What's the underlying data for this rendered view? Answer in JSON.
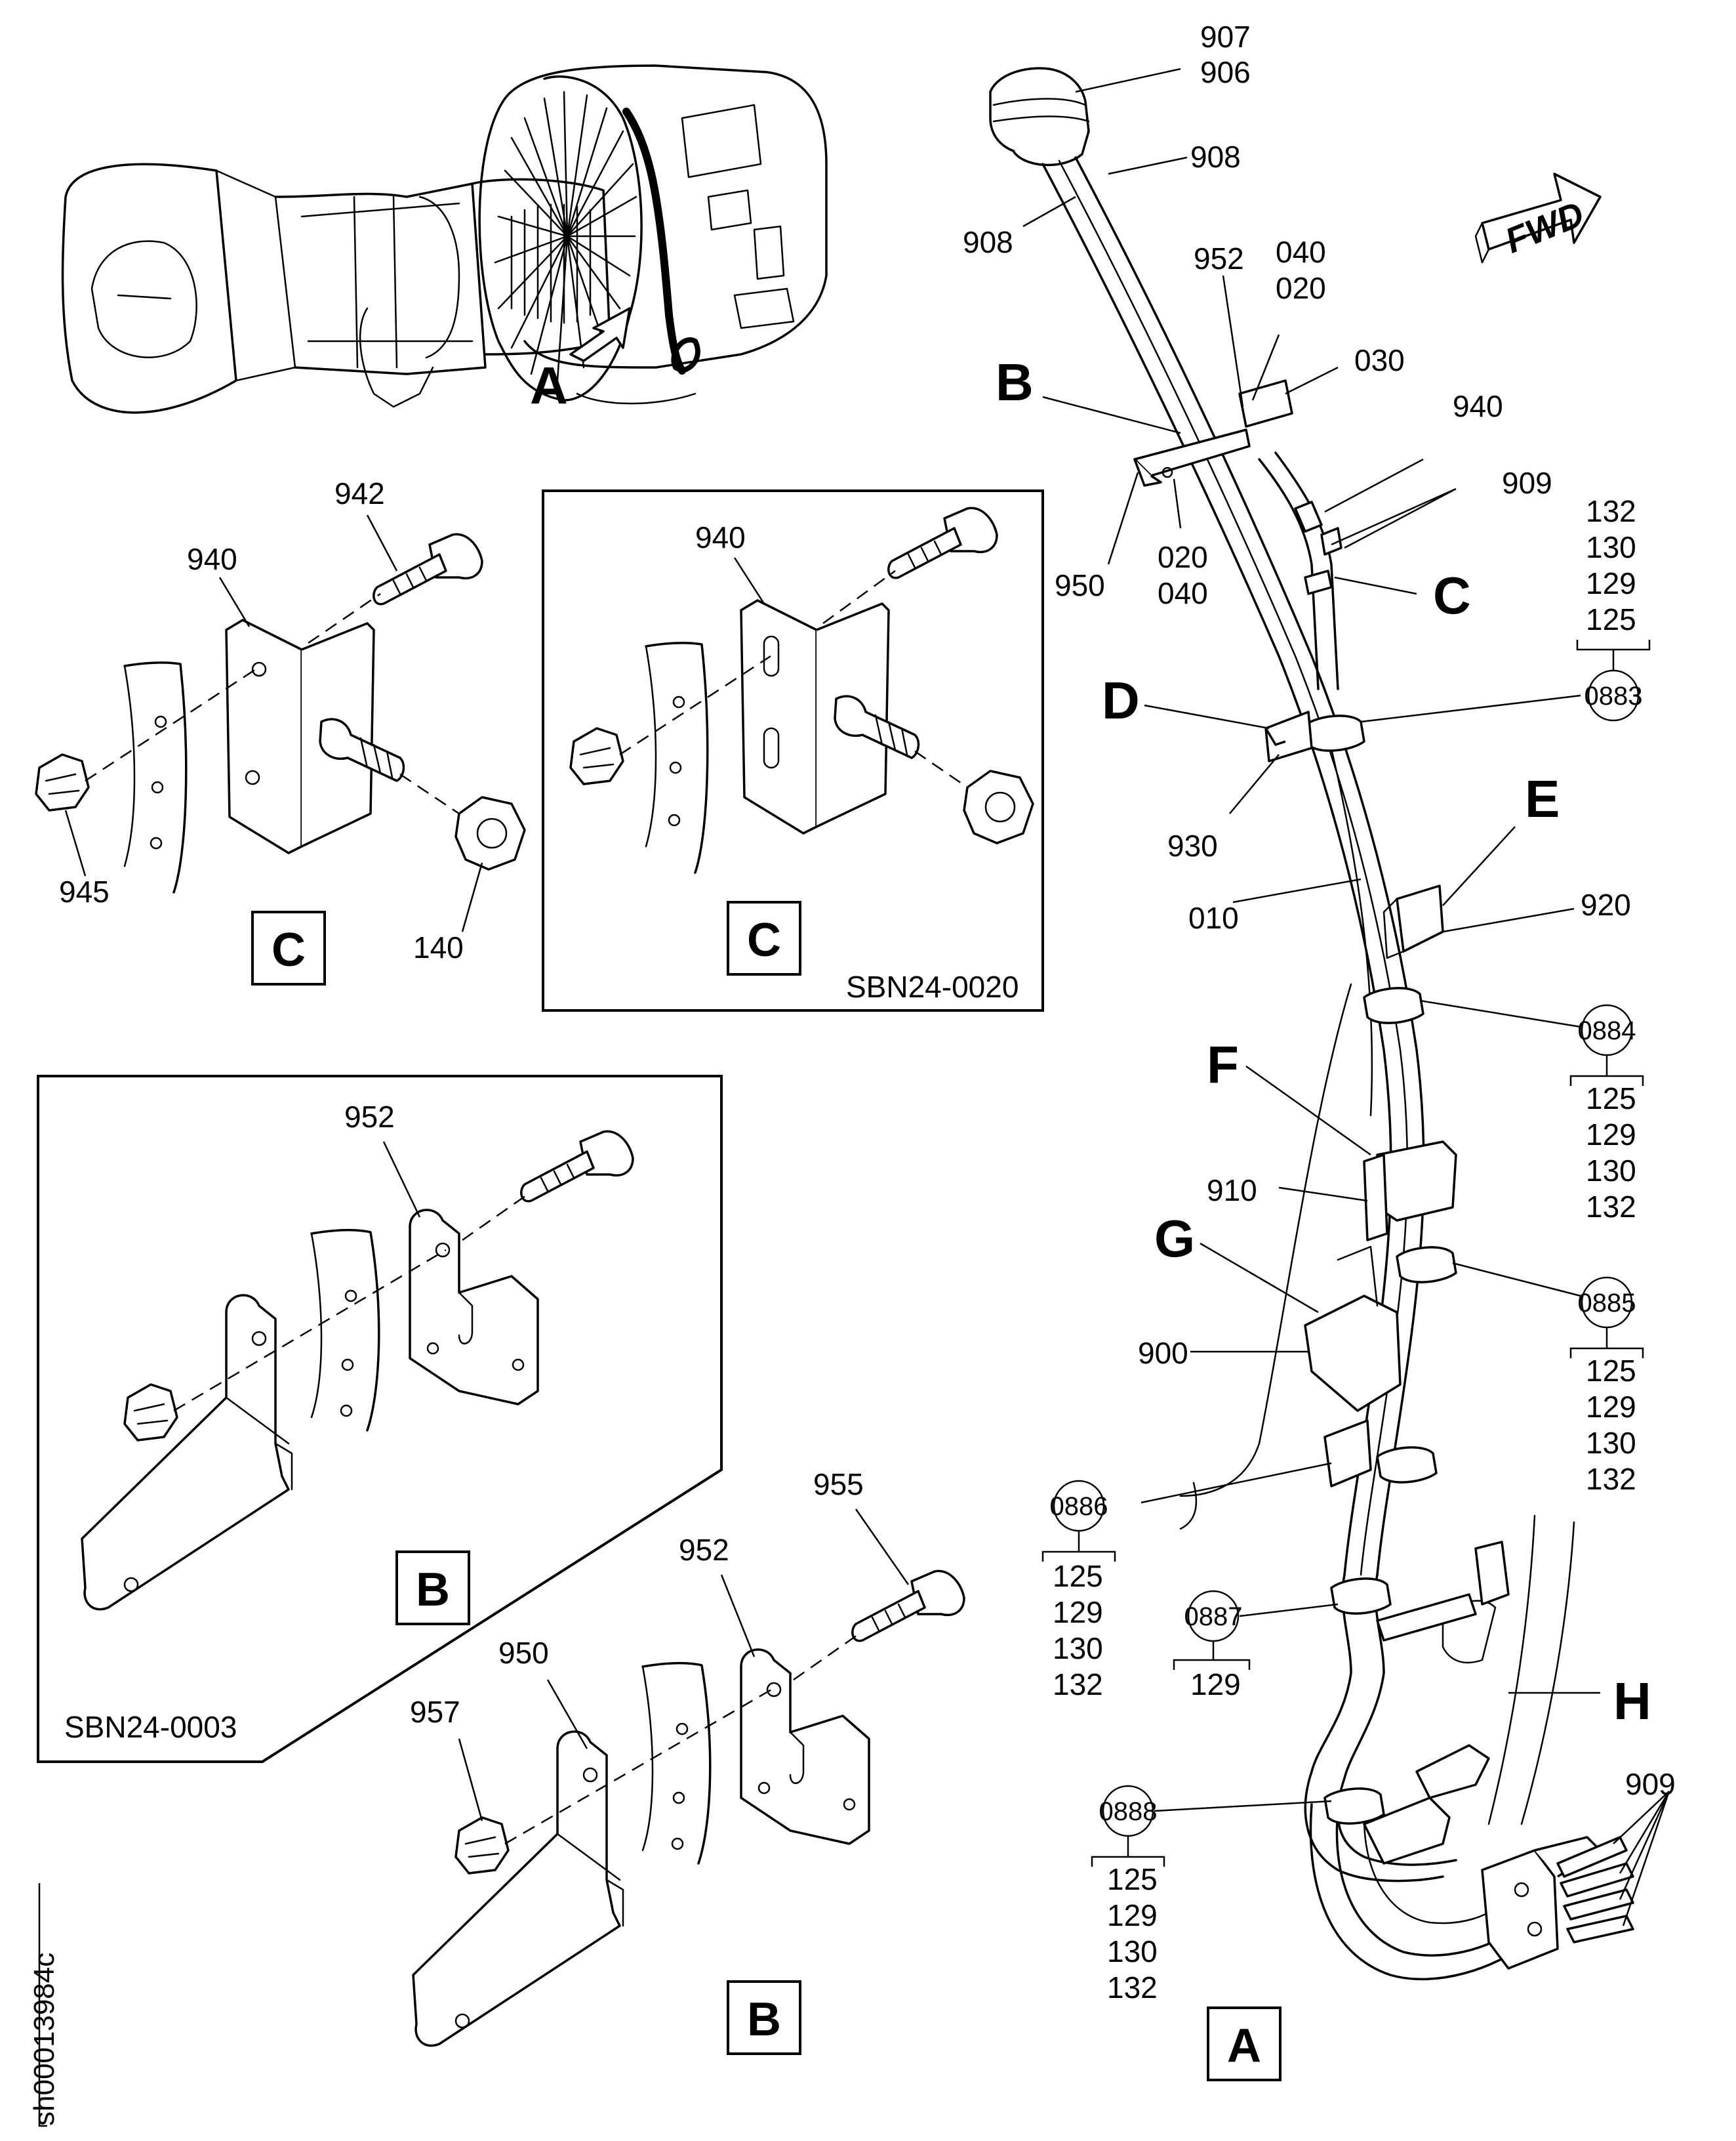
{
  "diagram": {
    "doc_id": "sh00013984c",
    "fwd_label": "FWD",
    "view_labels": {
      "a": "A",
      "b": "B",
      "c": "C",
      "d": "D",
      "e": "E",
      "f": "F",
      "g": "G",
      "h": "H"
    },
    "inset_refs": {
      "c_inset": "SBN24-0020",
      "b_inset": "SBN24-0003"
    },
    "parts": {
      "p907": "907",
      "p906": "906",
      "p908": "908",
      "p952": "952",
      "p040": "040",
      "p020": "020",
      "p030": "030",
      "p940": "940",
      "p909": "909",
      "p950": "950",
      "p930": "930",
      "p010": "010",
      "p920": "920",
      "p910": "910",
      "p900": "900",
      "p942": "942",
      "p945": "945",
      "p140": "140",
      "p955": "955",
      "p957": "957"
    },
    "clamps": {
      "c0883": {
        "id": "0883",
        "items": [
          "132",
          "130",
          "129",
          "125"
        ]
      },
      "c0884": {
        "id": "0884",
        "items": [
          "125",
          "129",
          "130",
          "132"
        ]
      },
      "c0885": {
        "id": "0885",
        "items": [
          "125",
          "129",
          "130",
          "132"
        ]
      },
      "c0886": {
        "id": "0886",
        "items": [
          "125",
          "129",
          "130",
          "132"
        ]
      },
      "c0887": {
        "id": "0887",
        "items": [
          "129"
        ]
      },
      "c0888": {
        "id": "0888",
        "items": [
          "125",
          "129",
          "130",
          "132"
        ]
      }
    }
  }
}
